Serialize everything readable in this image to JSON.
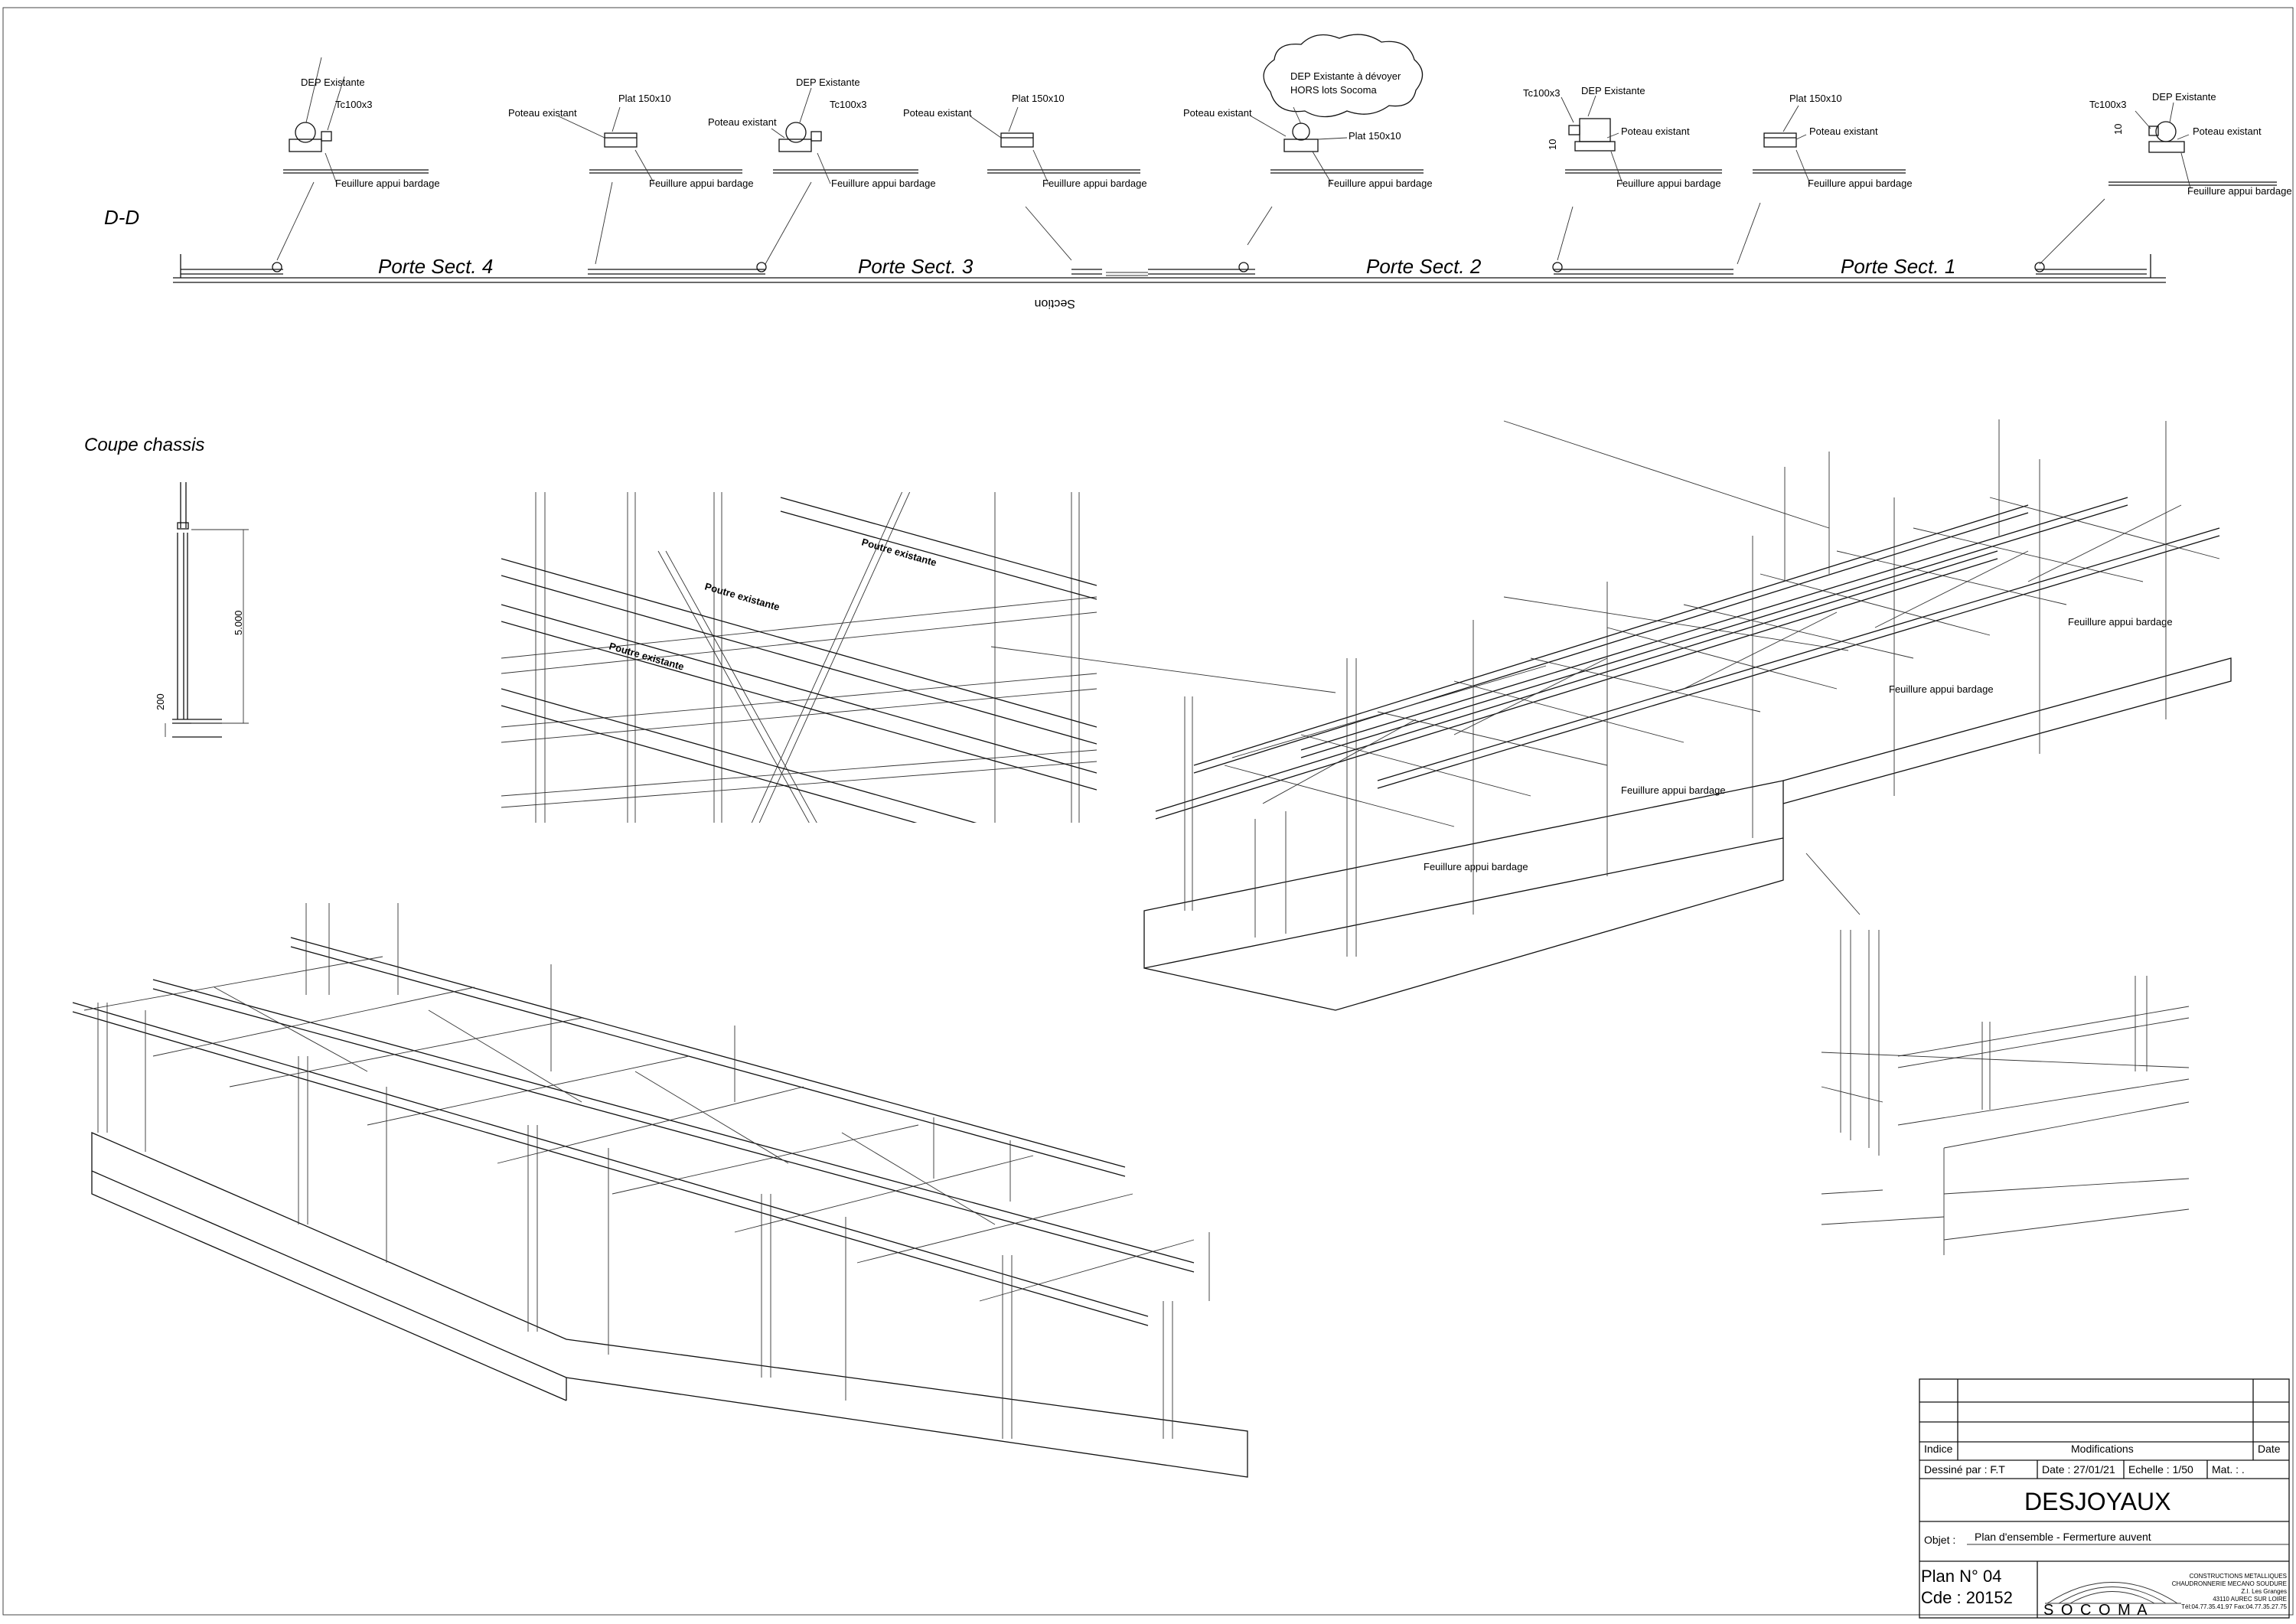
{
  "section_dd": {
    "view_label": "D-D",
    "section_word": "Section",
    "doors": [
      "Porte Sect. 4",
      "Porte Sect. 3",
      "Porte Sect. 2",
      "Porte Sect. 1"
    ],
    "callouts": {
      "dep": "DEP Existante",
      "tc": "Tc100x3",
      "feuillure": "Feuillure appui bardage",
      "poteau": "Poteau existant",
      "plat": "Plat 150x10",
      "dep_devoyer_1": "DEP Existante à dévoyer",
      "dep_devoyer_2": "HORS lots Socoma",
      "dim_10": "10"
    }
  },
  "coupe_chassis": {
    "title": "Coupe chassis",
    "height_dim": "5.000",
    "base_dim": "200"
  },
  "detail": {
    "beam_label": "Poutre existante"
  },
  "iso_view": {
    "label": "Feuillure appui bardage"
  },
  "title_block": {
    "header_indice": "Indice",
    "header_modifications": "Modifications",
    "header_date": "Date",
    "drawn_by": "Dessiné par : F.T",
    "date": "Date : 27/01/21",
    "scale": "Echelle : 1/50",
    "material": "Mat. : .",
    "client": "DESJOYAUX",
    "object_label": "Objet :",
    "object_value": "Plan d'ensemble - Fermerture auvent",
    "plan_number": "Plan N°  04",
    "order_number": "Cde :  20152",
    "company": "S O C O M A",
    "company_lines": [
      "CONSTRUCTIONS METALLIQUES",
      "CHAUDRONNERIE MECANO SOUDURE",
      "Z.I. Les Granges",
      "43110 AUREC SUR LOIRE",
      "Tél:04.77.35.41.97 Fax:04.77.35.27.75"
    ]
  }
}
